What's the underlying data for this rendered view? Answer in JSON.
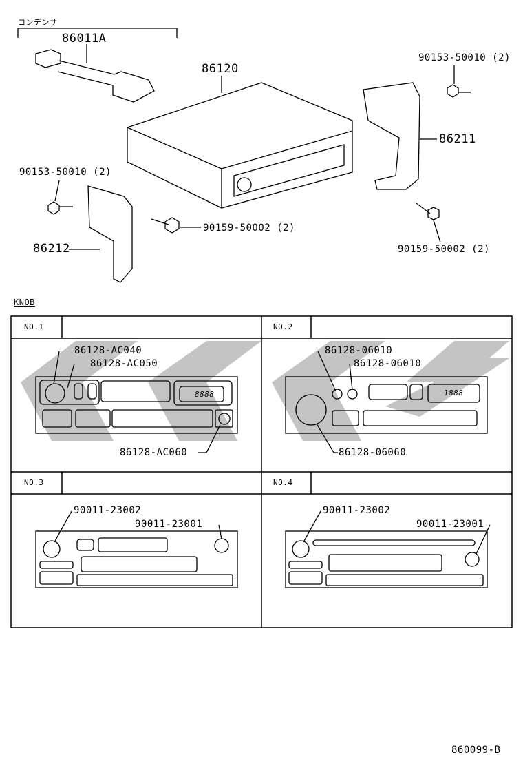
{
  "diagram": {
    "top": {
      "condenser_label": "コンデンサ",
      "parts": {
        "harness": "86011A",
        "radio_unit": "86120",
        "screw_top_right": "90153-50010 (2)",
        "bracket_right": "86211",
        "screw_left": "90153-50010 (2)",
        "bracket_left": "86212",
        "bolt_center": "90159-50002 (2)",
        "bolt_right": "90159-50002 (2)"
      }
    },
    "knob_section": {
      "title": "KNOB",
      "panels": [
        {
          "name": "NO.1",
          "parts": [
            "86128-AC040",
            "86128-AC050",
            "86128-AC060"
          ],
          "display": "8888"
        },
        {
          "name": "NO.2",
          "parts": [
            "86128-06010",
            "86128-06010",
            "86128-06060"
          ],
          "display": "1888"
        },
        {
          "name": "NO.3",
          "parts": [
            "90011-23002",
            "90011-23001"
          ]
        },
        {
          "name": "NO.4",
          "parts": [
            "90011-23002",
            "90011-23001"
          ]
        }
      ]
    },
    "figure_code": "860099-B",
    "watermark_color": "#bdbdbd"
  }
}
